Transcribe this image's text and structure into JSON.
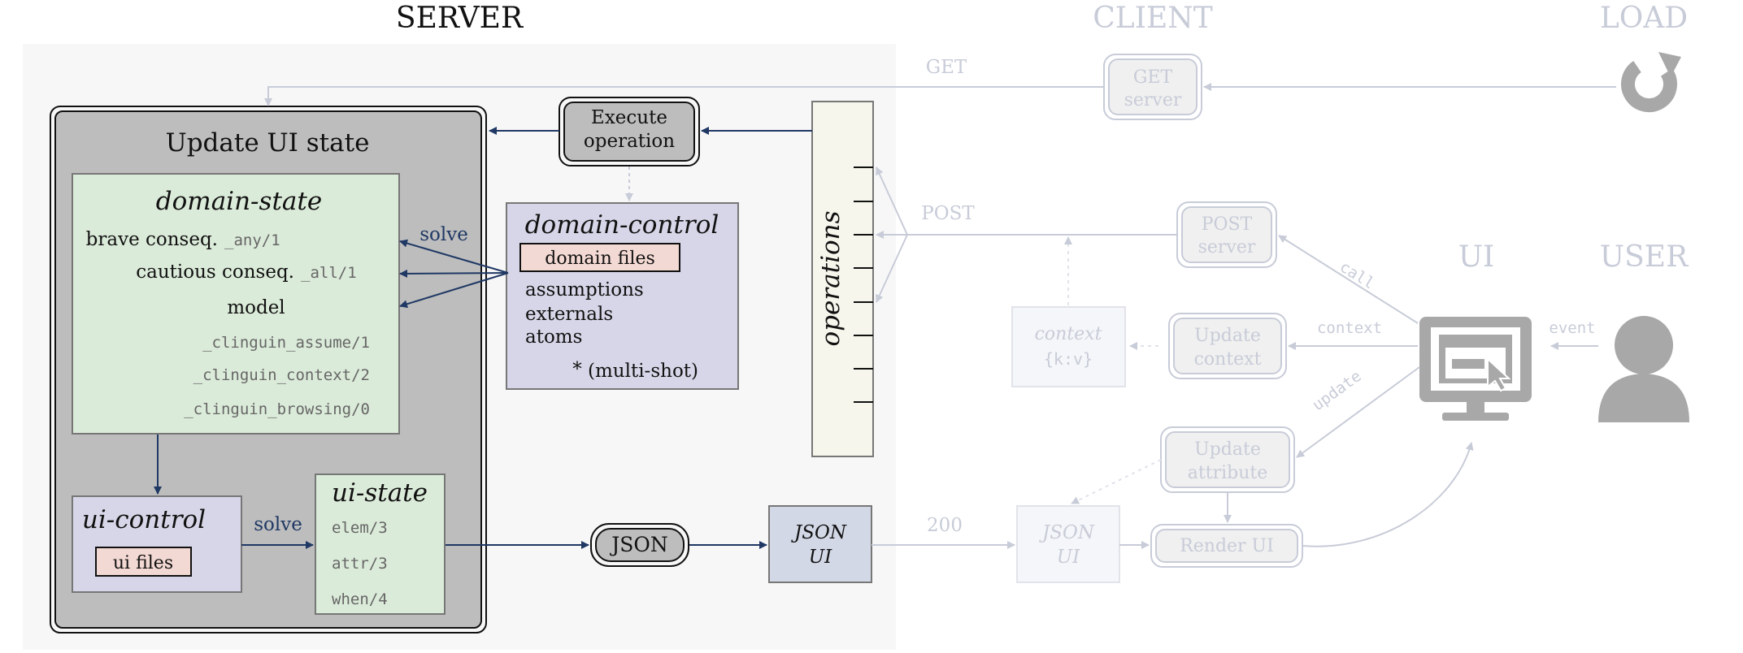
{
  "sections": {
    "server": "SERVER",
    "client": "CLIENT",
    "load": "LOAD",
    "ui": "UI",
    "user": "USER"
  },
  "update_ui_state": {
    "title": "Update UI state"
  },
  "domain_state": {
    "title": "domain-state",
    "brave": "brave conseq.",
    "brave_pred": "_any/1",
    "cautious": "cautious conseq.",
    "cautious_pred": "_all/1",
    "model": "model",
    "preds": [
      "_clinguin_assume/1",
      "_clinguin_context/2",
      "_clinguin_browsing/0"
    ]
  },
  "domain_control": {
    "title": "domain-control",
    "files": "domain files",
    "items": [
      "assumptions",
      "externals",
      "atoms"
    ],
    "star": "*",
    "multishot": "(multi-shot)"
  },
  "ui_control": {
    "title": "ui-control",
    "files": "ui files"
  },
  "ui_state": {
    "title": "ui-state",
    "preds": [
      "elem/3",
      "attr/3",
      "when/4"
    ]
  },
  "execute_operation": [
    "Execute",
    "operation"
  ],
  "operations": "operations",
  "json": "JSON",
  "json_ui": [
    "JSON",
    "UI"
  ],
  "edge_labels": {
    "solve_top": "solve",
    "solve_bottom": "solve",
    "get": "GET",
    "post": "POST",
    "status_200": "200",
    "call": "call",
    "context": "context",
    "update": "update",
    "event": "event"
  },
  "client": {
    "get_server": [
      "GET",
      "server"
    ],
    "post_server": [
      "POST",
      "server"
    ],
    "update_context": [
      "Update",
      "context"
    ],
    "update_attribute": [
      "Update",
      "attribute"
    ],
    "render_ui": "Render UI",
    "context_box": [
      "context",
      "{k:v}"
    ],
    "json_ui_faded": [
      "JSON",
      "UI"
    ]
  },
  "icons": {
    "reload": "reload-icon",
    "monitor": "monitor-cursor-icon",
    "user": "user-icon"
  },
  "colors": {
    "arrow_dark": "#1f3864",
    "faded": "#c8ccd8",
    "server_bg": "#f7f7f8",
    "update_box": "#bdbdbd",
    "green": "#dbebd9",
    "purple": "#d6d6e8",
    "pink": "#f3d9d3",
    "cream": "#f6f6ec",
    "blue_box": "#d3d8e6",
    "icon_gray": "#a8a8a8"
  }
}
